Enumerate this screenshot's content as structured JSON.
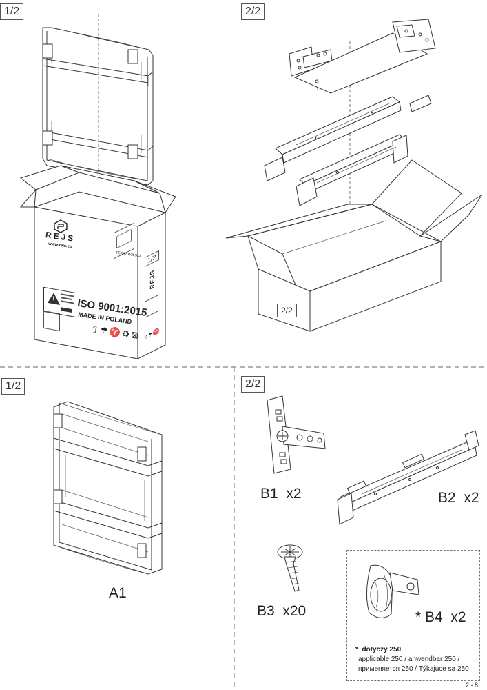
{
  "panels": {
    "top_left_tag": "1/2",
    "top_right_tag": "2/2",
    "bottom_left_tag": "1/2",
    "bottom_right_tag": "2/2"
  },
  "box_1": {
    "brand": "REJS",
    "website": "www.rejs.eu",
    "iso": "ISO 9001:2015",
    "made_in": "MADE IN POLAND",
    "side_tag": "1/2",
    "side_brand": "REJS",
    "side_label": "TERAZ POLSKA"
  },
  "box_2": {
    "tag": "2/2"
  },
  "parts": {
    "a1": "A1",
    "b1": "B1  x2",
    "b2": "B2  x2",
    "b3": "B3  x20",
    "b4": "* B4  x2"
  },
  "note": {
    "title": "*  dotyczy 250",
    "line1": "applicable 250 / anwendbar 250 /",
    "line2": "применяется 250 / Týkajuce sa 250"
  },
  "page_number": "2 - 8"
}
